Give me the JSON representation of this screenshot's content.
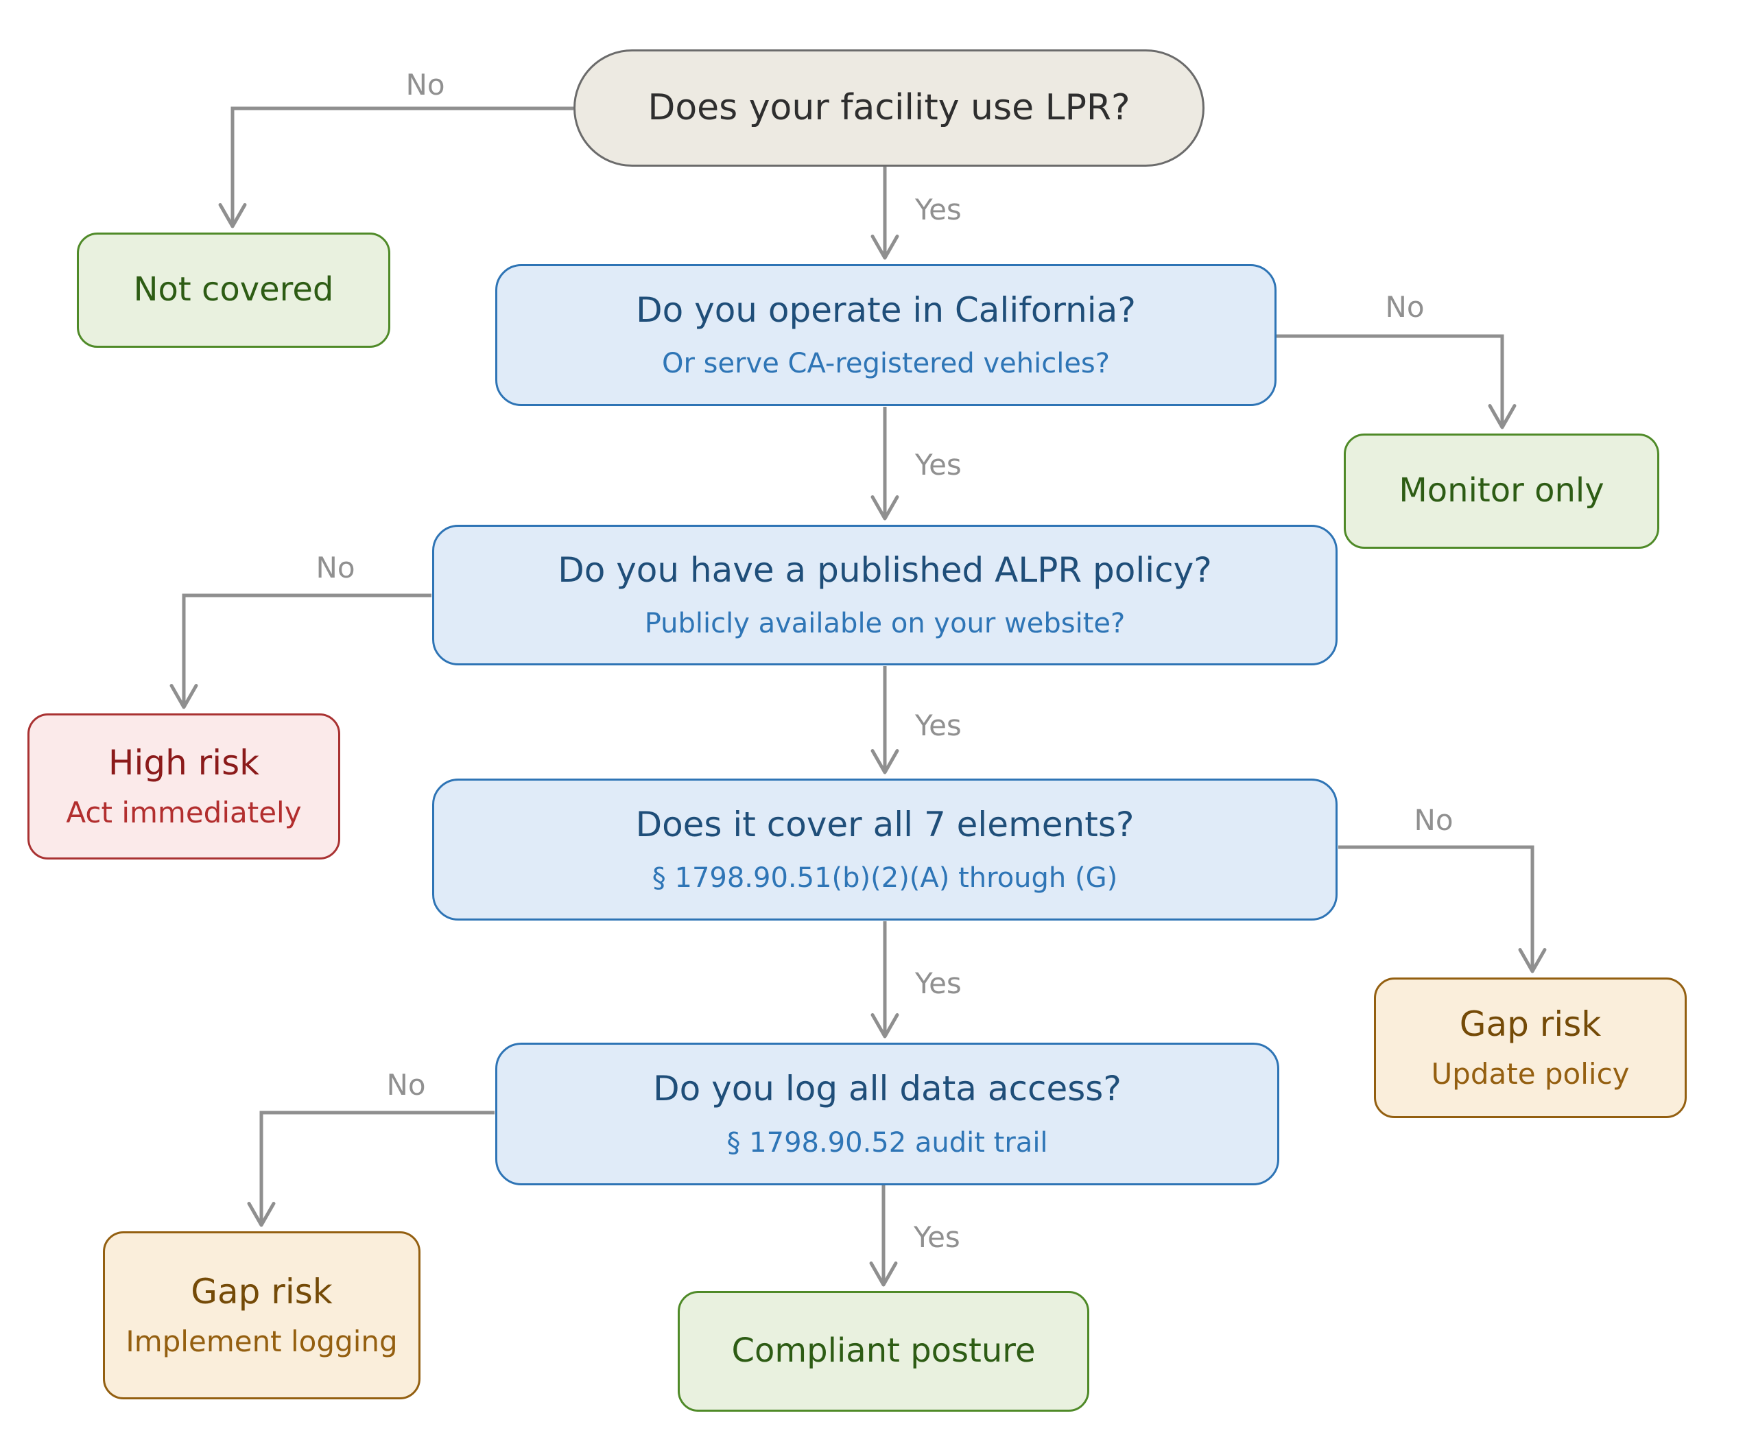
{
  "diagram": {
    "nodes": {
      "start": {
        "label": "Does your facility use LPR?"
      },
      "not_covered": {
        "label": "Not covered"
      },
      "q_california": {
        "label": "Do you operate in California?",
        "sublabel": "Or serve CA-registered vehicles?"
      },
      "monitor_only": {
        "label": "Monitor only"
      },
      "q_policy": {
        "label": "Do you have a published ALPR policy?",
        "sublabel": "Publicly available on your website?"
      },
      "high_risk": {
        "label": "High risk",
        "sublabel": "Act immediately"
      },
      "q_elements": {
        "label": "Does it cover all 7 elements?",
        "sublabel": "§ 1798.90.51(b)(2)(A) through (G)"
      },
      "gap_risk_policy": {
        "label": "Gap risk",
        "sublabel": "Update policy"
      },
      "q_logging": {
        "label": "Do you log all data access?",
        "sublabel": "§ 1798.90.52 audit trail"
      },
      "gap_risk_logging": {
        "label": "Gap risk",
        "sublabel": "Implement logging"
      },
      "compliant": {
        "label": "Compliant posture"
      }
    },
    "edges": [
      {
        "from": "start",
        "to": "not_covered",
        "label": "No"
      },
      {
        "from": "start",
        "to": "q_california",
        "label": "Yes"
      },
      {
        "from": "q_california",
        "to": "monitor_only",
        "label": "No"
      },
      {
        "from": "q_california",
        "to": "q_policy",
        "label": "Yes"
      },
      {
        "from": "q_policy",
        "to": "high_risk",
        "label": "No"
      },
      {
        "from": "q_policy",
        "to": "q_elements",
        "label": "Yes"
      },
      {
        "from": "q_elements",
        "to": "gap_risk_policy",
        "label": "No"
      },
      {
        "from": "q_elements",
        "to": "q_logging",
        "label": "Yes"
      },
      {
        "from": "q_logging",
        "to": "gap_risk_logging",
        "label": "No"
      },
      {
        "from": "q_logging",
        "to": "compliant",
        "label": "Yes"
      }
    ],
    "colors": {
      "start_fill": "#edeae2",
      "start_border": "#6b6b6b",
      "start_text": "#2e2e2e",
      "question_fill": "#e0ebf8",
      "question_border": "#2e74b5",
      "question_title": "#1f4e79",
      "question_subtitle": "#2e75b6",
      "good_fill": "#e9f1df",
      "good_border": "#4f8a28",
      "good_text": "#2d5c14",
      "danger_fill": "#fbeaea",
      "danger_border": "#a93232",
      "danger_title": "#8b1a1a",
      "danger_subtitle": "#b22e2e",
      "warning_fill": "#faeedb",
      "warning_border": "#935f10",
      "warning_title": "#744a07",
      "warning_subtitle": "#945f10",
      "edge": "#8f8f8f",
      "edge_label": "#909090"
    }
  }
}
